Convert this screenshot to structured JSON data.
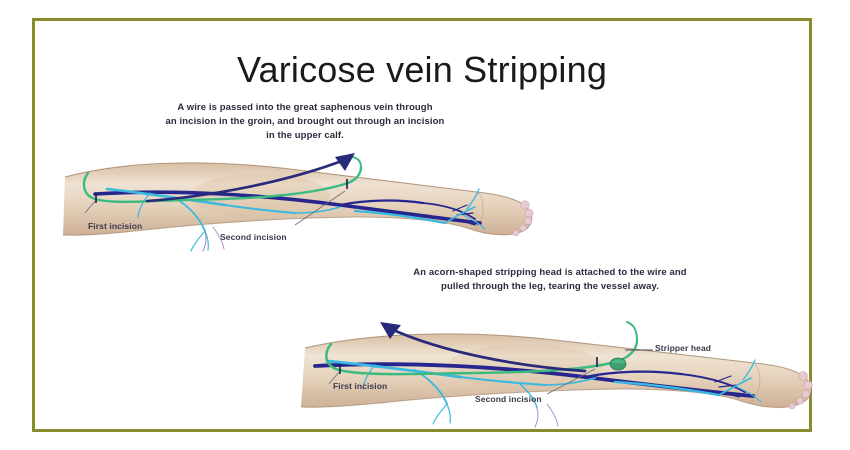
{
  "page": {
    "title": "Varicose vein Stripping",
    "border_color": "#8a8a2e",
    "background_color": "#ffffff"
  },
  "palette": {
    "skin": "#e2cdb4",
    "skin_shadow": "#c9ab8c",
    "vein_deep": "#26268e",
    "vein_superficial": "#3ab9e0",
    "wire_green": "#3cbb80",
    "arrow_navy": "#2a2a7a",
    "toe_pink": "#e8c4cf",
    "text_dark": "#2b2b3d"
  },
  "figures": [
    {
      "id": "wire-insertion",
      "caption": "A wire is passed into the great saphenous vein through an incision in the groin, and brought out through an incision in the upper calf.",
      "caption_lines": [
        "A wire is passed into the great saphenous vein through",
        "an incision in the groin, and brought out through an incision",
        "in the upper calf."
      ],
      "labels": {
        "first_incision": "First incision",
        "second_incision": "Second incision"
      },
      "arrow_direction": "up-right"
    },
    {
      "id": "stripping-head",
      "caption": "An acorn-shaped stripping head is attached to the wire and pulled through the leg, tearing the vessel away.",
      "caption_lines": [
        "An acorn-shaped stripping head is attached to the wire and",
        "pulled through the leg, tearing the vessel away."
      ],
      "labels": {
        "first_incision": "First incision",
        "second_incision": "Second incision",
        "stripper_head": "Stripper head"
      },
      "arrow_direction": "up-left"
    }
  ]
}
